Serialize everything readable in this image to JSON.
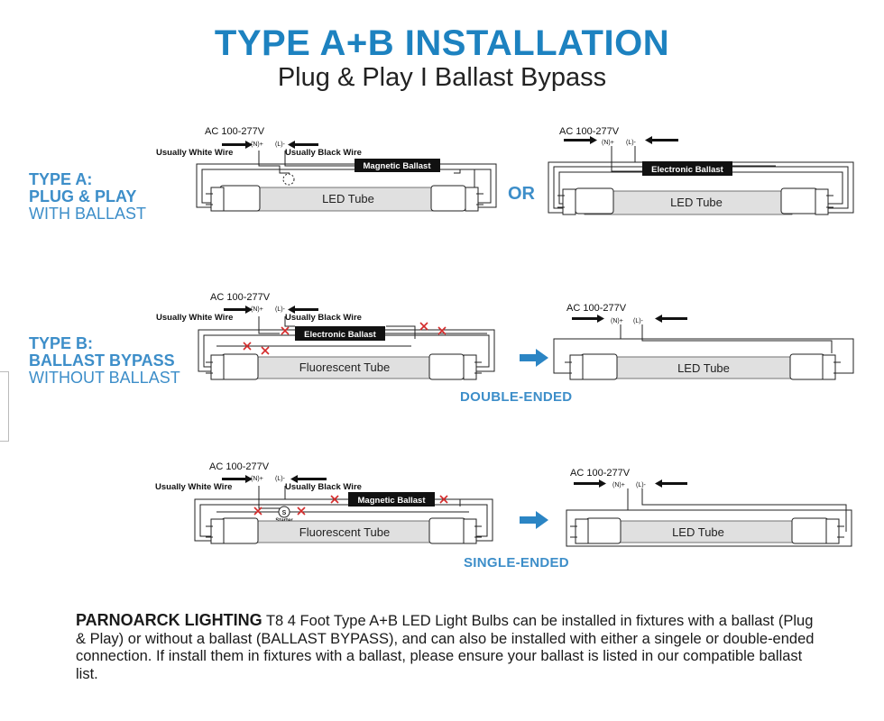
{
  "title": "TYPE A+B INSTALLATION",
  "subtitle": "Plug & Play I Ballast Bypass",
  "type_a": {
    "line1": "TYPE A:",
    "line2": "PLUG & PLAY",
    "line3": "WITH BALLAST"
  },
  "or_label": "OR",
  "type_b": {
    "line1": "TYPE B:",
    "line2": "BALLAST BYPASS",
    "line3": "WITHOUT BALLAST"
  },
  "captions": {
    "double_ended": "DOUBLE-ENDED",
    "single_ended": "SINGLE-ENDED"
  },
  "labels": {
    "ac": "AC 100-277V",
    "neutral": "(N)+",
    "line": "(L)-",
    "white_wire": "Usually White Wire",
    "black_wire": "Usually Black Wire",
    "starter": "Starter",
    "starter_mark": "S"
  },
  "diagrams": {
    "a1": {
      "ballast": "Magnetic Ballast",
      "tube": "LED Tube"
    },
    "a2": {
      "ballast": "Electronic Ballast",
      "tube": "LED Tube"
    },
    "b1": {
      "ballast": "Electronic Ballast",
      "tube": "Fluorescent Tube"
    },
    "b2": {
      "tube": "LED Tube"
    },
    "b3": {
      "ballast": "Magnetic Ballast",
      "tube": "Fluorescent Tube"
    },
    "b4": {
      "tube": "LED Tube"
    }
  },
  "footer": {
    "brand": "PARNOARCK LIGHTING",
    "text": " T8 4 Foot Type A+B LED Light Bulbs can be installed in fixtures with a ballast (Plug & Play) or without a ballast (BALLAST BYPASS), and can also be installed with either a singele or double-ended connection. If install them in fixtures with a ballast, please ensure your ballast is listed in our compatible ballast list."
  },
  "colors": {
    "title": "#1d82c0",
    "accent": "#3d8ec9",
    "cross": "#d42a2a",
    "tube": "#e0e0e0"
  }
}
